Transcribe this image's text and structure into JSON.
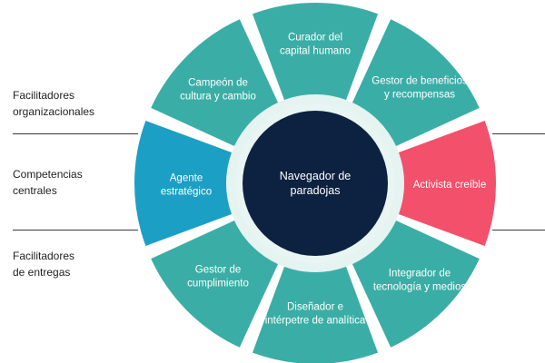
{
  "side_labels": {
    "organizational": "Facilitadores\norganizacionales",
    "core": "Competencias\ncentrales",
    "delivery": "Facilitadores\nde entregas"
  },
  "center": {
    "lines": [
      "Navegador de",
      "paradojas"
    ]
  },
  "segments": [
    {
      "id": "curador",
      "lines": [
        "Curador del",
        "capital humano"
      ],
      "color": "#3aaea6"
    },
    {
      "id": "gestor-beneficios",
      "lines": [
        "Gestor de beneficios",
        "y recompensas"
      ],
      "color": "#3aaea6"
    },
    {
      "id": "activista",
      "lines": [
        "Activista creíble"
      ],
      "color": "#f2506b"
    },
    {
      "id": "integrador",
      "lines": [
        "Integrador de",
        "tecnología y medios"
      ],
      "color": "#3aaea6"
    },
    {
      "id": "disenador",
      "lines": [
        "Diseñador e",
        "intérpetre de analítica"
      ],
      "color": "#3aaea6"
    },
    {
      "id": "gestor-cumplimiento",
      "lines": [
        "Gestor de",
        "cumplimiento"
      ],
      "color": "#3aaea6"
    },
    {
      "id": "agente",
      "lines": [
        "Agente",
        "estratégico"
      ],
      "color": "#1c9fc4"
    },
    {
      "id": "campeon",
      "lines": [
        "Campeón de",
        "cultura y cambio"
      ],
      "color": "#3aaea6"
    }
  ],
  "colors": {
    "teal": "#3aaea6",
    "blue": "#1c9fc4",
    "pink": "#f2506b",
    "center": "#0d2240",
    "halo": "#cfe9e6"
  }
}
